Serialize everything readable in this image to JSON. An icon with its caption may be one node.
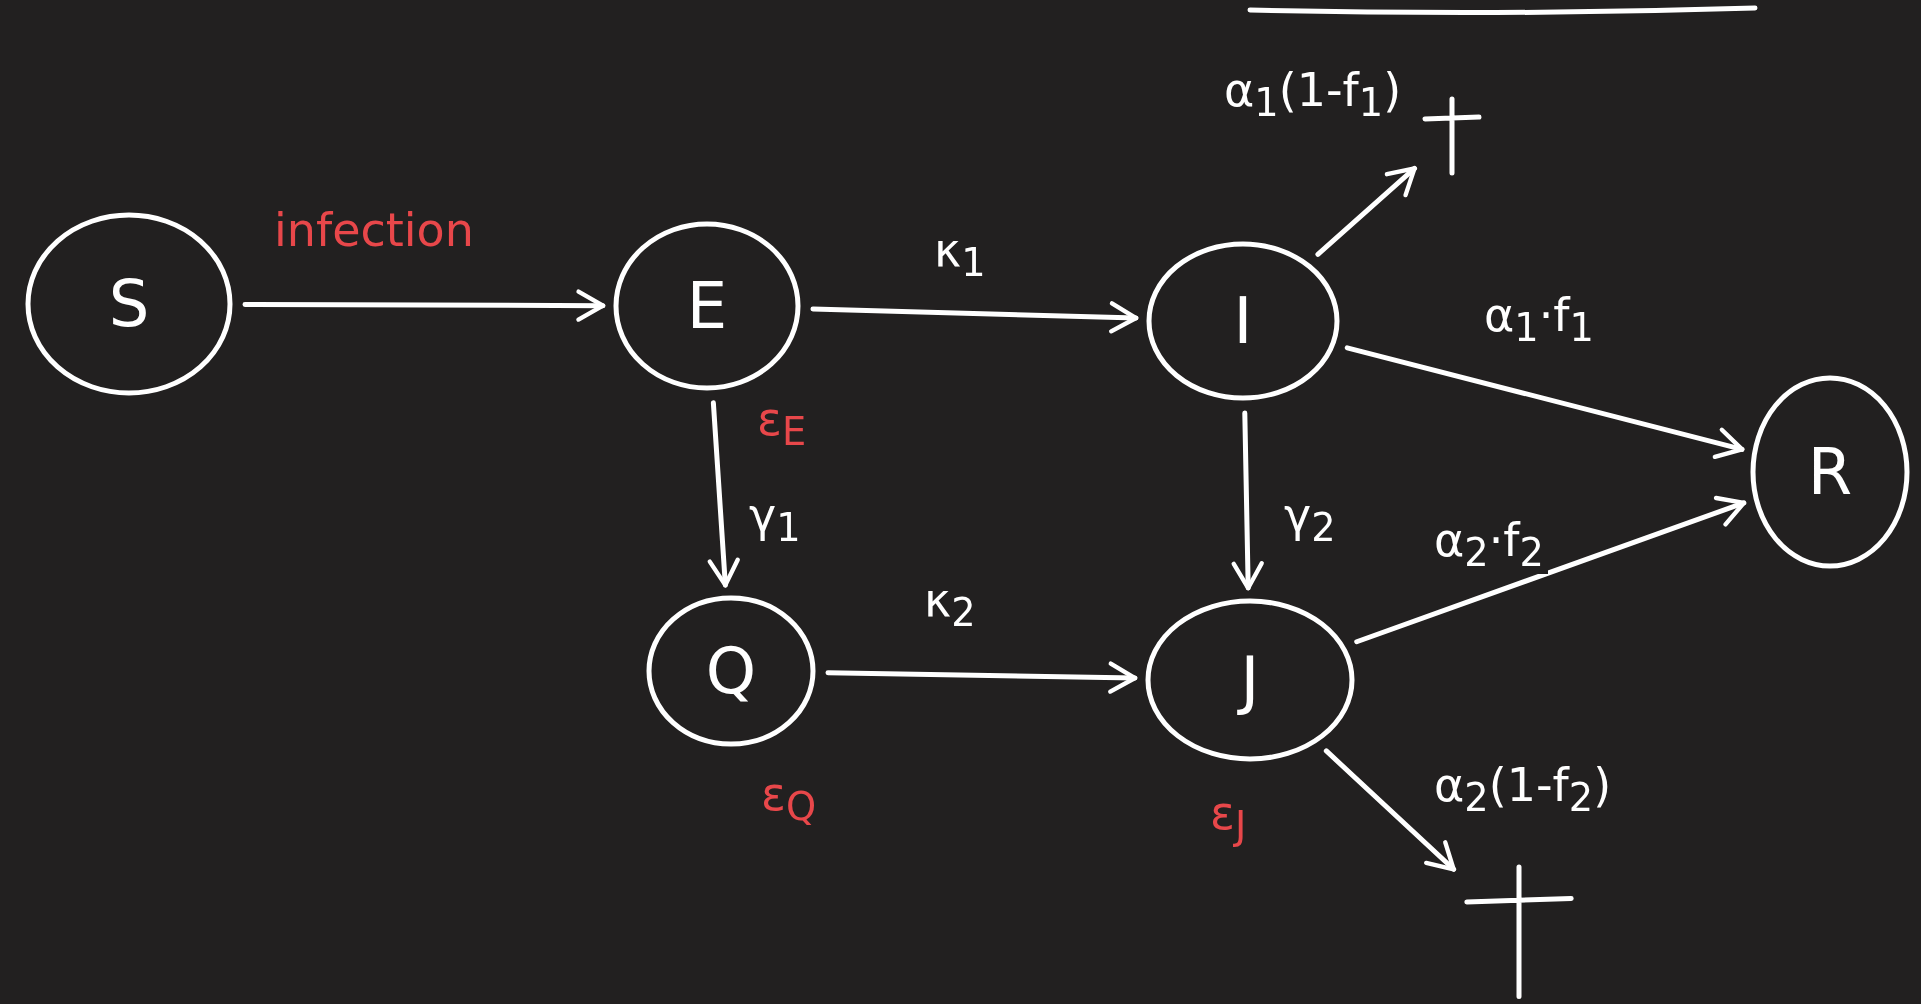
{
  "diagram": {
    "nodes": [
      {
        "text": [
          "S"
        ]
      },
      {
        "text": [
          "E"
        ],
        "beside": [
          "ε$_{E}$"
        ]
      },
      {
        "text": [
          "I"
        ]
      },
      {
        "text": [
          "R"
        ]
      },
      {
        "text": [
          "Q"
        ],
        "beside": [
          "ε$_{Q}$"
        ]
      },
      {
        "text": [
          "J"
        ],
        "beside": [
          "ε$_{J}$"
        ]
      },
      {
        "text": [],
        "shape": "cross"
      },
      {
        "text": [],
        "shape": "cross"
      }
    ],
    "edges": [
      {
        "from": 0,
        "to": 1,
        "arrow": "to"
      },
      {
        "from": 1,
        "to": 2,
        "arrow": "to",
        "label": "κ$_{1}$"
      },
      {
        "from": 1,
        "to": 4,
        "arrow": "to",
        "label": "γ$_{1}$"
      },
      {
        "from": 2,
        "to": 6,
        "arrow": "to",
        "label": "α$_{1}$(1-f$_{1}$)"
      },
      {
        "from": 2,
        "to": 3,
        "arrow": "to",
        "label": "α$_{1}$·f$_{1}$"
      },
      {
        "from": 2,
        "to": 5,
        "arrow": "to",
        "label": "γ$_{2}$"
      },
      {
        "from": 4,
        "to": 5,
        "arrow": "to",
        "label": "κ$_{2}$"
      },
      {
        "from": 5,
        "to": 3,
        "arrow": "to",
        "label": "α$_{2}$·f$_{2}$"
      },
      {
        "from": 5,
        "to": 7,
        "arrow": "to",
        "label": "α$_{2}$(1-f$_{2}$)"
      }
    ],
    "labels": [
      "infection"
    ]
  }
}
